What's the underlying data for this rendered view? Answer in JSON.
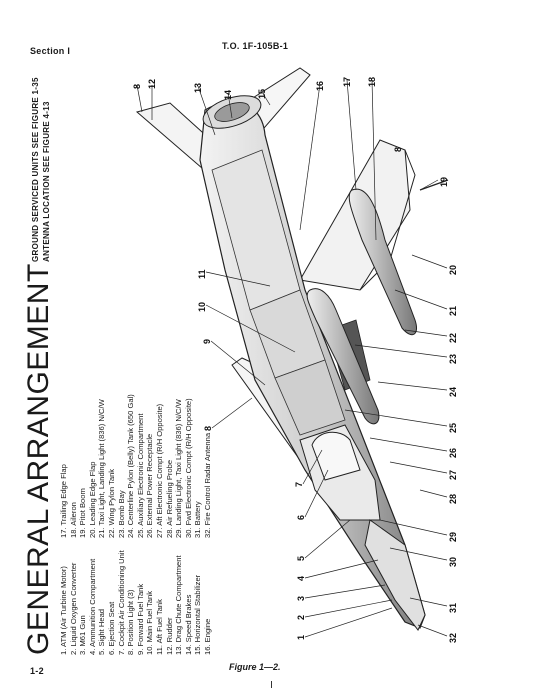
{
  "header": {
    "section": "Section I",
    "doc_number": "T.O. 1F-105B-1"
  },
  "title": "GENERAL ARRANGEMENT",
  "legend": {
    "col1": [
      "1. ATM (Air Turbine Motor)",
      "2. Liquid Oxygen Converter",
      "3. M61 Gun",
      "4. Ammunition Compartment",
      "5. Sight Head",
      "6. Ejection Seat",
      "7. Cockpit Air Conditioning Unit",
      "8. Position Light (3)",
      "9. Forward Fuel Tank",
      "10. Main Fuel Tank",
      "11. Aft Fuel Tank",
      "12. Rudder",
      "13. Drag Chute Compartment",
      "14. Speed Brakes",
      "15. Horizontal Stabilizer",
      "16. Engine"
    ],
    "col2": [
      "17. Trailing Edge Flap",
      "18. Aileron",
      "19. Pitot Boom",
      "20. Leading Edge Flap",
      "21. Taxi Light, Landing Light (836) N/C/W",
      "22. Wing Pylon Tank",
      "23. Bomb Bay",
      "24. Centerline Pylon (Belly) Tank (650 Gal)",
      "25. Auxiliary Electronic Compartment",
      "26. External Power Receptacle",
      "27. Aft Electronic Compt (R/H Opposite)",
      "28. Air Refueling Probe",
      "29. Landing Light, Taxi Light (836) N/C/W",
      "30. Fwd Electronic Compt (R/H Opposite)",
      "31. Battery",
      "32. Fire Control Radar Antenna"
    ]
  },
  "reference_notes": [
    "GROUND SERVICED UNITS SEE FIGURE 1-35",
    "ANTENNA LOCATION SEE FIGURE 4-13"
  ],
  "callouts": [
    "1",
    "2",
    "3",
    "4",
    "5",
    "6",
    "7",
    "8",
    "9",
    "10",
    "11",
    "12",
    "13",
    "14",
    "15",
    "16",
    "17",
    "18",
    "19",
    "20",
    "21",
    "22",
    "23",
    "24",
    "25",
    "26",
    "27",
    "28",
    "29",
    "30",
    "31",
    "32",
    "8",
    "8"
  ],
  "page_number": "1-2",
  "figure_caption": "Figure 1—2."
}
